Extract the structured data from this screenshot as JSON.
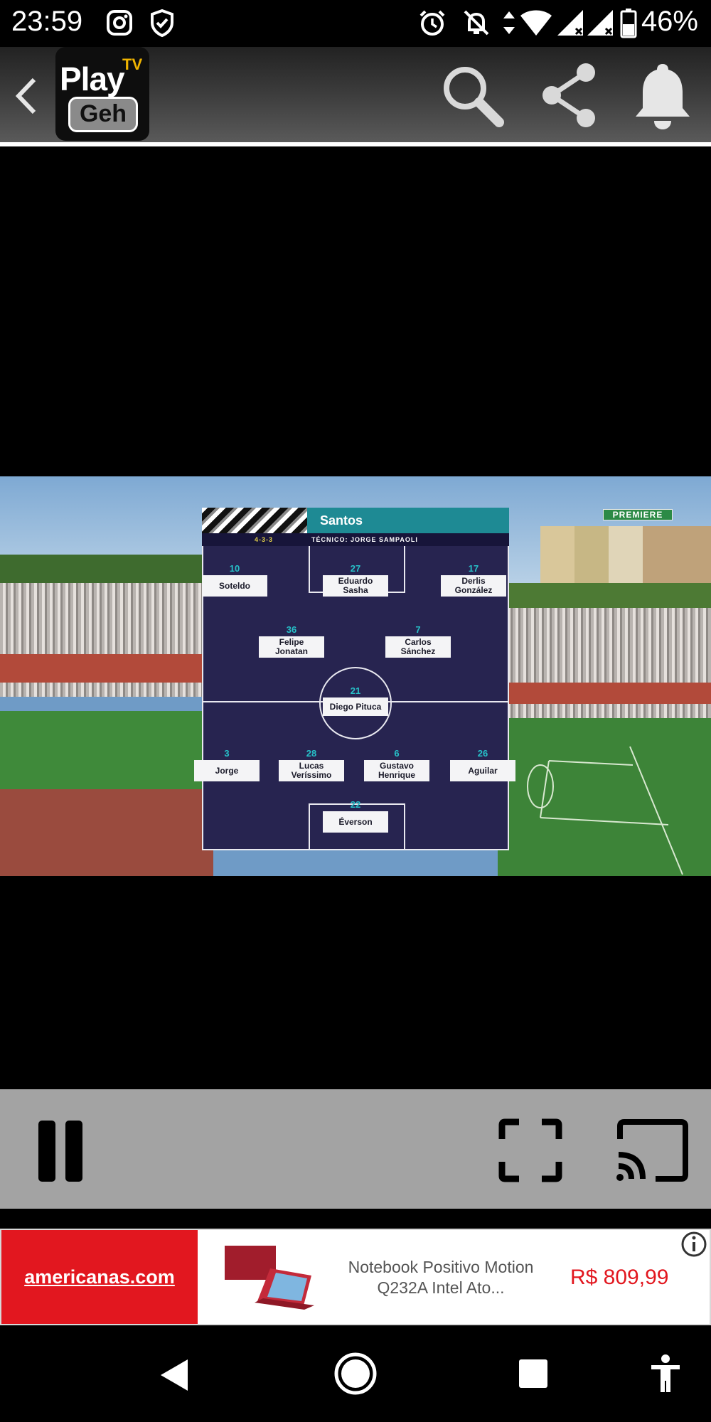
{
  "status_bar": {
    "time": "23:59",
    "battery": "46%",
    "icons": [
      "instagram-icon",
      "shield-icon",
      "alarm-icon",
      "bell-off-icon",
      "data-arrows-icon",
      "wifi-icon",
      "signal-icon",
      "signal-icon",
      "battery-icon"
    ]
  },
  "app_bar": {
    "logo": {
      "play": "Play",
      "tv": "TV",
      "geh": "Geh"
    },
    "actions": [
      "search-icon",
      "share-icon",
      "notifications-icon"
    ]
  },
  "video": {
    "broadcaster": "PREMIERE",
    "lineup": {
      "team": "Santos",
      "formation": "4-3-3",
      "coach": "TÉCNICO: JORGE SAMPAOLI",
      "players": [
        {
          "id": "soteldo",
          "number": "10",
          "line1": "Soteldo",
          "line2": ""
        },
        {
          "id": "sasha",
          "number": "27",
          "line1": "Eduardo",
          "line2": "Sasha"
        },
        {
          "id": "derlis",
          "number": "17",
          "line1": "Derlis",
          "line2": "González"
        },
        {
          "id": "felipe",
          "number": "36",
          "line1": "Felipe",
          "line2": "Jonatan"
        },
        {
          "id": "sanchez",
          "number": "7",
          "line1": "Carlos",
          "line2": "Sánchez"
        },
        {
          "id": "pituca",
          "number": "21",
          "line1": "Diego Pituca",
          "line2": ""
        },
        {
          "id": "jorge",
          "number": "3",
          "line1": "Jorge",
          "line2": ""
        },
        {
          "id": "verissimo",
          "number": "28",
          "line1": "Lucas",
          "line2": "Veríssimo"
        },
        {
          "id": "gustavo",
          "number": "6",
          "line1": "Gustavo",
          "line2": "Henrique"
        },
        {
          "id": "aguilar",
          "number": "26",
          "line1": "Aguilar",
          "line2": ""
        },
        {
          "id": "everson",
          "number": "22",
          "line1": "Éverson",
          "line2": ""
        }
      ]
    }
  },
  "controls": {
    "buttons": [
      "pause-icon",
      "fullscreen-icon",
      "cast-icon"
    ]
  },
  "ad": {
    "brand": "americanas.com",
    "title": "Notebook Positivo Motion Q232A Intel Ato...",
    "price": "R$ 809,99"
  },
  "nav_bar": {
    "buttons": [
      "back",
      "home",
      "recents",
      "accessibility"
    ]
  }
}
